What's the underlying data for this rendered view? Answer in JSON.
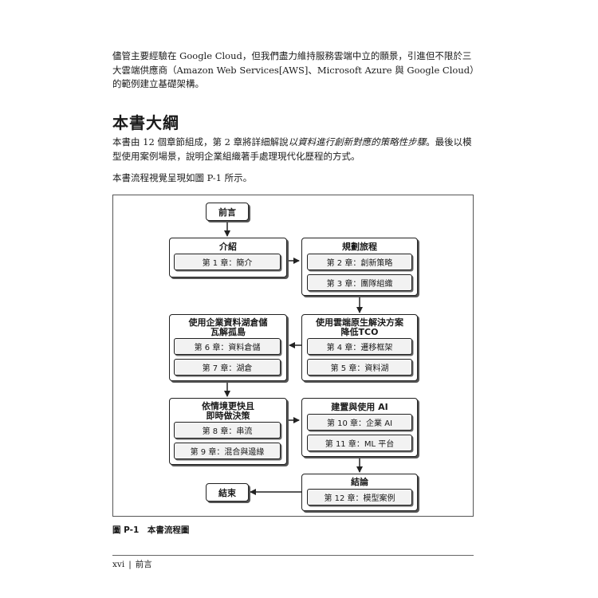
{
  "paragraphs": {
    "p1": "儘管主要經驗在 Google Cloud，但我們盡力維持服務雲端中立的願景，引進但不限於三大雲端供應商（Amazon Web Services[AWS]、Microsoft Azure 與 Google Cloud）的範例建立基礎架構。",
    "p2_before": "本書由 12 個章節組成，第 2 章將詳細解說",
    "p2_em": "以資料進行創新對應的策略性步驟",
    "p2_after": "。最後以模型使用案例場景，說明企業組織著手處理現代化歷程的方式。",
    "p3": "本書流程視覺呈現如圖 P-1 所示。"
  },
  "section_heading": "本書大綱",
  "figure": {
    "preface": "前言",
    "intro": {
      "title": "介紹",
      "chapters": [
        "第 1 章：簡介"
      ]
    },
    "planning": {
      "title": "規劃旅程",
      "chapters": [
        "第 2 章：創新策略",
        "第 3 章：團隊組織"
      ]
    },
    "cloud_native": {
      "title_line1": "使用雲端原生解決方案",
      "title_line2": "降低TCO",
      "chapters": [
        "第 4 章：遷移框架",
        "第 5 章：資料湖"
      ]
    },
    "datalake": {
      "title_line1": "使用企業資料湖倉儲",
      "title_line2": "瓦解孤島",
      "chapters": [
        "第 6 章：資料倉儲",
        "第 7 章：湖倉"
      ]
    },
    "context": {
      "title_line1": "依情境更快且",
      "title_line2": "即時做決策",
      "chapters": [
        "第 8 章：串流",
        "第 9 章：混合與邊緣"
      ]
    },
    "ai": {
      "title": "建置與使用 AI",
      "chapters": [
        "第 10 章：企業 AI",
        "第 11 章：ML 平台"
      ]
    },
    "conclusion": {
      "title": "結論",
      "chapters": [
        "第 12 章：模型案例"
      ]
    },
    "end": "結束"
  },
  "caption": "圖 P-1　本書流程圖",
  "footer": {
    "page": "xvi",
    "separator": "|",
    "section": "前言"
  }
}
